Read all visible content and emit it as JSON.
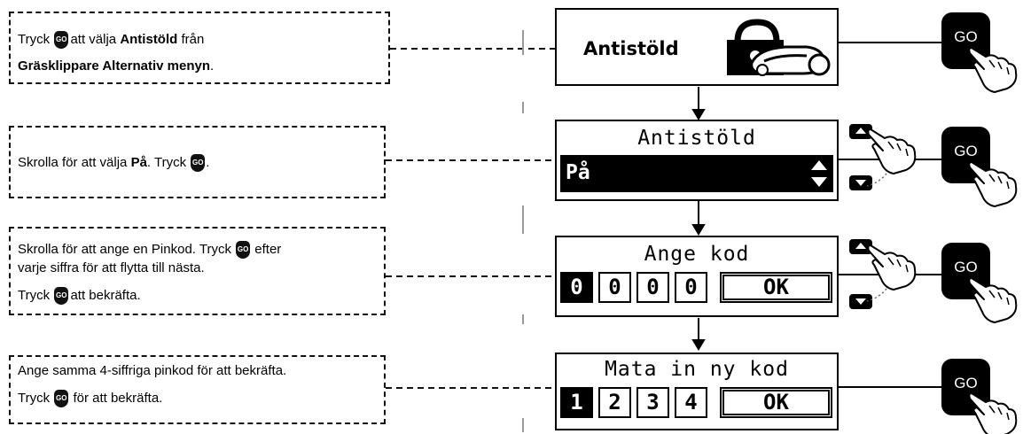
{
  "steps": [
    {
      "lines": [
        [
          "Tryck ",
          "[GO]",
          "r att välja ",
          "**Antistöld",
          " från"
        ],
        [
          "**Gräsklippare Alternativ menyn",
          "."
        ]
      ]
    },
    {
      "lines": [
        [
          "Skrolla för att välja ",
          "**På",
          ". Tryck ",
          "[GO]",
          "."
        ]
      ]
    },
    {
      "lines": [
        [
          "Skrolla för att ange en Pinkod. Tryck ",
          "[GO]",
          " efter"
        ],
        [
          "varje siffra för att flytta till nästa."
        ],
        [
          "Tryck ",
          "[GO]",
          "r att bekräfta."
        ]
      ]
    },
    {
      "lines": [
        [
          "Ange samma 4-siffriga pinkod för att bekräfta."
        ],
        [
          "Tryck ",
          "[GO]",
          " för att bekräfta."
        ]
      ]
    }
  ],
  "go_icon_text": "GO",
  "screens": {
    "s1_title": "Antistöld",
    "s2_title": "Antistöld",
    "s2_value": "På",
    "s3_title": "Ange kod",
    "s3_digits": [
      "0",
      "0",
      "0",
      "0",
      "OK"
    ],
    "s4_title": "Mata in ny kod",
    "s4_digits": [
      "1",
      "2",
      "3",
      "4",
      "OK"
    ]
  },
  "go_button_label": "GO",
  "icons": [
    "padlock-mower-icon",
    "go-button-icon",
    "up-arrow-button-icon",
    "down-arrow-button-icon",
    "pointing-hand-icon",
    "scroll-updown-icon"
  ]
}
